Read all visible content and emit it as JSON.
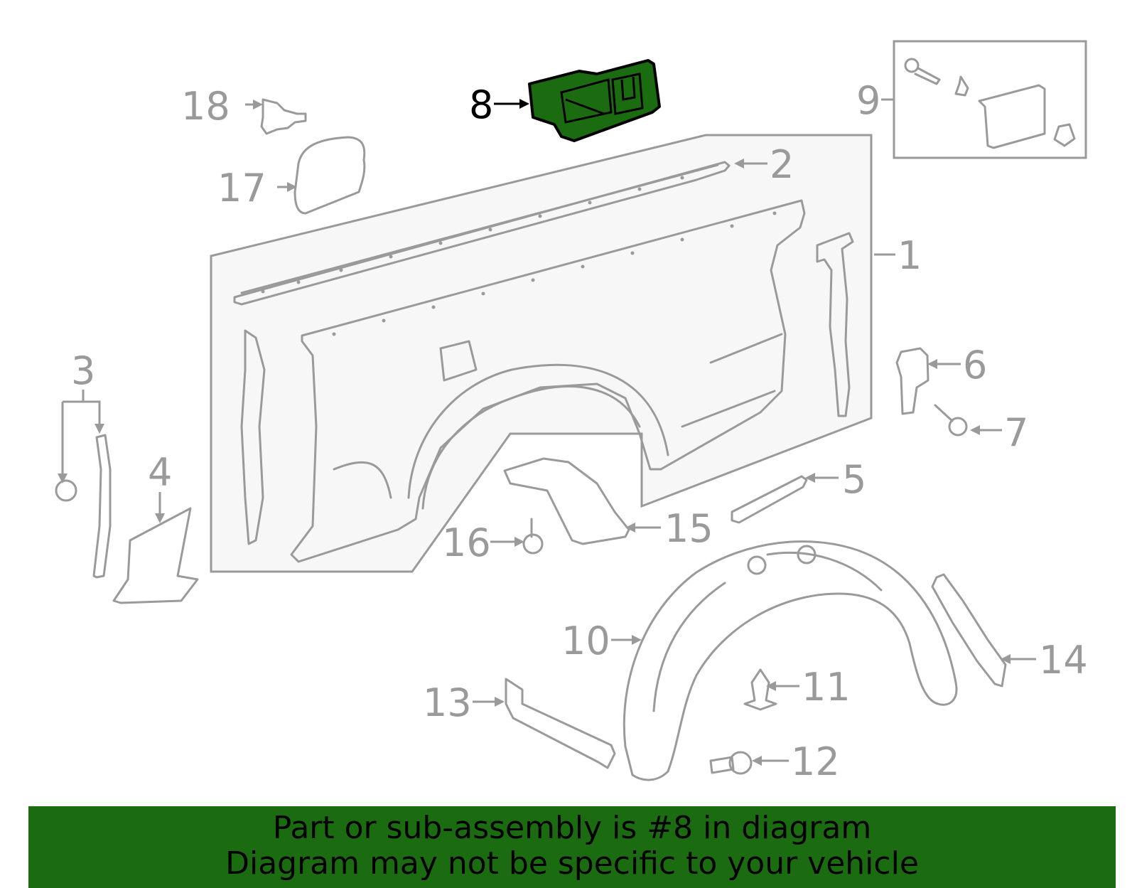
{
  "highlight_color": "#1b6b10",
  "callouts": [
    {
      "id": "1",
      "label": "1"
    },
    {
      "id": "2",
      "label": "2"
    },
    {
      "id": "3",
      "label": "3"
    },
    {
      "id": "4",
      "label": "4"
    },
    {
      "id": "5",
      "label": "5"
    },
    {
      "id": "6",
      "label": "6"
    },
    {
      "id": "7",
      "label": "7"
    },
    {
      "id": "8",
      "label": "8",
      "highlighted": true
    },
    {
      "id": "9",
      "label": "9"
    },
    {
      "id": "10",
      "label": "10"
    },
    {
      "id": "11",
      "label": "11"
    },
    {
      "id": "12",
      "label": "12"
    },
    {
      "id": "13",
      "label": "13"
    },
    {
      "id": "14",
      "label": "14"
    },
    {
      "id": "15",
      "label": "15"
    },
    {
      "id": "16",
      "label": "16"
    },
    {
      "id": "17",
      "label": "17"
    },
    {
      "id": "18",
      "label": "18"
    }
  ],
  "banner": {
    "line1": "Part or sub-assembly is #8 in diagram",
    "line2": "Diagram may not be specific to your vehicle"
  }
}
